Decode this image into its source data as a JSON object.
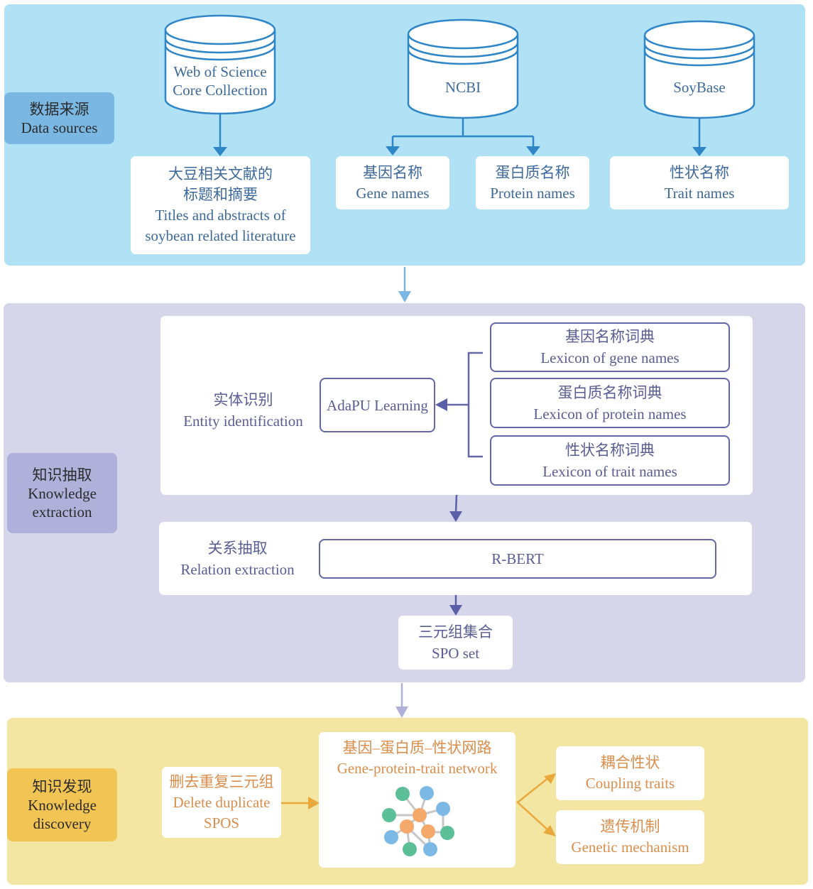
{
  "colors": {
    "data_sources_bg": "#b0e1f5",
    "data_sources_tag": "#7ab8e3",
    "db_stroke": "#2f86c6",
    "extraction_bg": "#d5d6ea",
    "extraction_tag": "#b0b1da",
    "extraction_stroke": "#5a5fa8",
    "discovery_bg": "#f3e6a3",
    "discovery_tag": "#f2c453",
    "discovery_arrow": "#e8a83c",
    "node_orange": "#f4a86a",
    "node_blue": "#7cb9e6",
    "node_green": "#5bbf98",
    "edge_gray": "#c7c7c7"
  },
  "data_sources": {
    "tag": {
      "zh": "数据来源",
      "en": "Data sources"
    },
    "databases": [
      {
        "id": "wos",
        "lines": [
          "Web of Science",
          "Core Collection"
        ],
        "icon": "database-icon"
      },
      {
        "id": "ncbi",
        "lines": [
          "NCBI"
        ],
        "icon": "database-icon"
      },
      {
        "id": "soybase",
        "lines": [
          "SoyBase"
        ],
        "icon": "database-icon"
      }
    ],
    "outputs": [
      {
        "zh1": "大豆相关文献的",
        "zh2": "标题和摘要",
        "en1": "Titles and abstracts of",
        "en2": "soybean related literature"
      },
      {
        "zh": "基因名称",
        "en": "Gene names"
      },
      {
        "zh": "蛋白质名称",
        "en": "Protein names"
      },
      {
        "zh": "性状名称",
        "en": "Trait names"
      }
    ]
  },
  "knowledge_extraction": {
    "tag": {
      "zh": "知识抽取",
      "en1": "Knowledge",
      "en2": "extraction"
    },
    "entity": {
      "zh": "实体识别",
      "en": "Entity identification"
    },
    "model": "AdaPU Learning",
    "lexicons": [
      {
        "zh": "基因名称词典",
        "en": "Lexicon of gene names"
      },
      {
        "zh": "蛋白质名称词典",
        "en": "Lexicon of protein names"
      },
      {
        "zh": "性状名称词典",
        "en": "Lexicon of trait names"
      }
    ],
    "relation": {
      "zh": "关系抽取",
      "en": "Relation extraction"
    },
    "relation_model": "R-BERT",
    "spo": {
      "zh": "三元组集合",
      "en": "SPO set"
    }
  },
  "knowledge_discovery": {
    "tag": {
      "zh": "知识发现",
      "en1": "Knowledge",
      "en2": "discovery"
    },
    "dedupe": {
      "zh": "删去重复三元组",
      "en1": "Delete duplicate",
      "en2": "SPOS"
    },
    "network": {
      "zh": "基因–蛋白质–性状网路",
      "en": "Gene-protein-trait network",
      "icon": "network-graph-icon"
    },
    "results": [
      {
        "zh": "耦合性状",
        "en": "Coupling traits"
      },
      {
        "zh": "遗传机制",
        "en": "Genetic mechanism"
      }
    ]
  }
}
